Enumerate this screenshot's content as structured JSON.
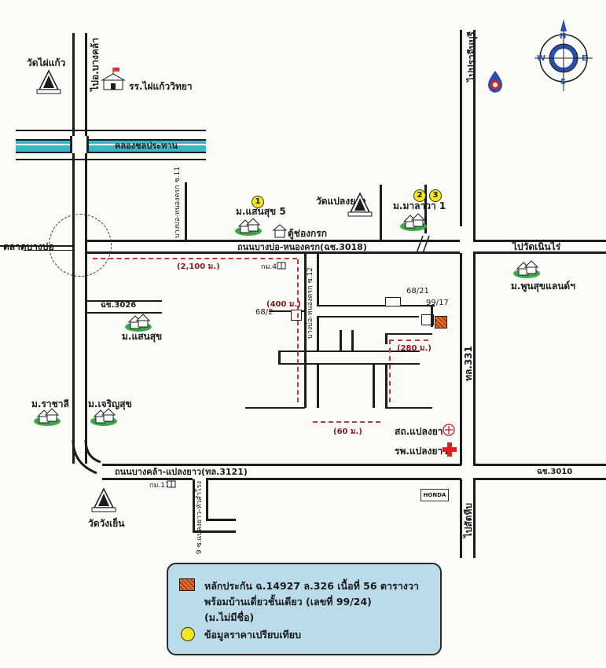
{
  "labels": {
    "wat_phai_kaeo": "วัดไผ่แก้ว",
    "to_ao_bangkla": "ไปอ.บางคล้า",
    "school": "รร.ไผ่แก้ววิทยา",
    "canal": "คลองชลประทาน",
    "ban_saen_suk5": "ม.แสนสุข 5",
    "wat_plaeng_yao": "วัดแปลงยาว",
    "ban_malawan1": "ม.มาลาวา 1",
    "to_prachinburi": "ไปปราจีนบุรี",
    "chach_soi11": "บางบ่อ-หนองครก ซ.11",
    "police_box": "ตู้ช่องกรก",
    "market": "ตลาดบางบ่อ",
    "main_road_top": "ถนนบางบ่อ-หนองครก(ฉช.3018)",
    "to_wat_noen_rai": "ไปวัดเนินไร่",
    "ban_phunsuk_land": "ม.พูนสุขแลนด์ฯ",
    "km4": "กม.4",
    "chach_3026": "ฉช.3026",
    "ban_saen_suk": "ม.แสนสุข",
    "no_68_21": "68/21",
    "no_99_17": "99/17",
    "no_68_2": "68/2",
    "soi12": "บางบ่อ-หนองครก ซ.12",
    "hwy331": "ทล.331",
    "ban_rachalee": "ม.ราชาลี",
    "ban_charoensuk": "ม.เจริญสุข",
    "health_station": "สถ.แปลงยาว",
    "hospital": "รพ.แปลงยาว",
    "main_road_bottom": "ถนนบางคล้า-แปลงยาว(ทล.3121)",
    "chach_3010": "ฉช.3010",
    "km17": "กม.17",
    "wat_wang_yen": "วัดวังเย็น",
    "soi9": "9 ซ.แปลงยาว-หัวสำโรง",
    "honda": "HONDA",
    "to_sattahip": "ไปสัตหีบ"
  },
  "distances": {
    "d2100": "(2,100 ม.)",
    "d400": "(400 ม.)",
    "d280": "(280 ม.)",
    "d60": "(60 ม.)"
  },
  "markers": {
    "m1": "1",
    "m2": "2",
    "m3": "3"
  },
  "compass": {
    "n": "N",
    "s": "S",
    "e": "E",
    "w": "W"
  },
  "legend": {
    "line1": "หลักประกัน ฉ.14927 ล.326 เนื้อที่ 56 ตารางวา",
    "line2": "พร้อมบ้านเดี่ยวชั้นเดียว (เลขที่ 99/24)",
    "line3": "(ม.ไม่มีชื่อ)",
    "line4": "ข้อมูลราคาเปรียบเทียบ"
  },
  "colors": {
    "property": "#e06a2a",
    "comparison": "#f4e81a",
    "canal": "#3ab8c8",
    "legend_bg": "#b9dbea",
    "distance": "#c03a3a"
  },
  "icons": [
    "temple-icon",
    "school-icon",
    "village-icon",
    "house-icon",
    "compass-icon",
    "fuel-station-icon",
    "hospital-cross-icon",
    "book-marker-icon",
    "honda-logo-icon"
  ]
}
